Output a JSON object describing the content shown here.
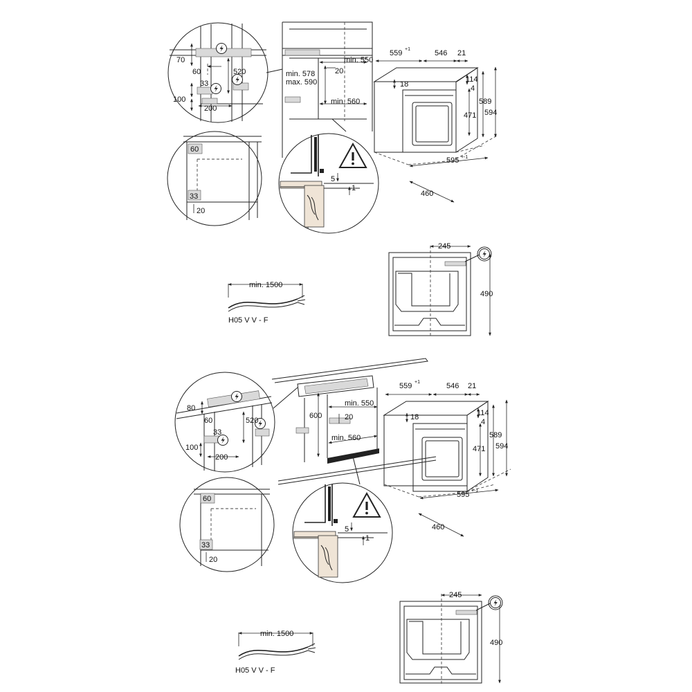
{
  "colors": {
    "line": "#222222",
    "shade": "#d9d9d9",
    "wood": "#efe4d6"
  },
  "icons": {
    "electric": "lightning-circle-icon",
    "warning": "warning-triangle-icon"
  },
  "top": {
    "detail1": {
      "v70": "70",
      "v60": "60",
      "v520": "520",
      "v33": "33",
      "v100": "100",
      "v200": "200"
    },
    "detail2": {
      "v60": "60",
      "v33": "33",
      "v20": "20"
    },
    "niche": {
      "min578": "min. 578",
      "max590": "max. 590",
      "min550": "min. 550",
      "v20": "20",
      "min560": "min. 560"
    },
    "detail3": {
      "v5": "5",
      "v1": "1"
    },
    "oven": {
      "d559": "559",
      "d559sup": "+1",
      "d546": "546",
      "d21": "21",
      "d18": "18",
      "d114": "114",
      "d4": "4",
      "d471": "471",
      "d589": "589",
      "d594": "594",
      "d595": "595",
      "d595sup": "+-1",
      "d460": "460"
    },
    "cable": {
      "length": "min. 1500",
      "type": "H05 V V - F"
    },
    "back": {
      "w245": "245",
      "h490": "490"
    }
  },
  "bottom": {
    "detail1": {
      "v80": "80",
      "v60": "60",
      "v520": "520",
      "v33": "33",
      "v100": "100",
      "v200": "200"
    },
    "detail2": {
      "v60": "60",
      "v33": "33",
      "v20": "20"
    },
    "niche": {
      "h600": "600",
      "min550": "min. 550",
      "v20": "20",
      "min560": "min. 560"
    },
    "detail3": {
      "v5": "5",
      "v1": "1"
    },
    "oven": {
      "d559": "559",
      "d559sup": "+1",
      "d546": "546",
      "d21": "21",
      "d18": "18",
      "d114": "114",
      "d4": "4",
      "d471": "471",
      "d589": "589",
      "d594": "594",
      "d595": "595",
      "d595sup": "+-1",
      "d460": "460"
    },
    "cable": {
      "length": "min. 1500",
      "type": "H05 V V - F"
    },
    "back": {
      "w245": "245",
      "h490": "490"
    }
  }
}
